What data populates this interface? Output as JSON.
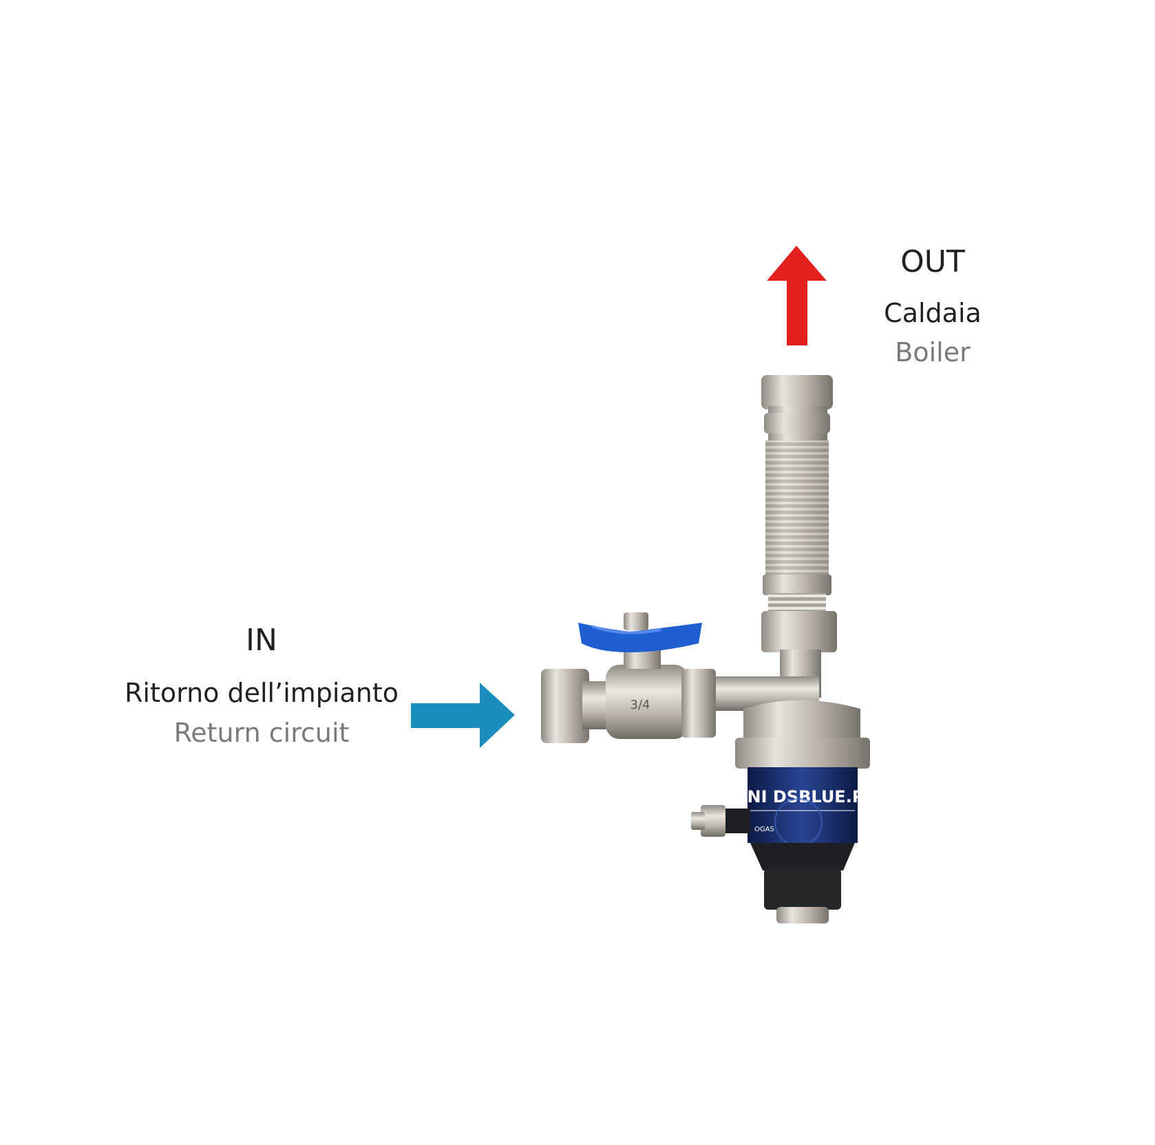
{
  "out_label": {
    "title": "OUT",
    "line1": "Caldaia",
    "line2": "Boiler"
  },
  "in_label": {
    "title": "IN",
    "line1": "Ritorno dell’impianto",
    "line2": "Return circuit"
  },
  "product": {
    "brand_band_text": "INI DSBLUE.P",
    "valve_marking": "3/4",
    "brand_logo": "OGAS"
  },
  "colors": {
    "out_arrow": "#e2201f",
    "in_arrow": "#1a8fbd",
    "valve_handle": "#1f5fcf",
    "filter_band": "#1b2f6e",
    "metal": "#b9b4ad",
    "background": "#ffffff"
  },
  "icons": {
    "out_arrow": "arrow-up-icon",
    "in_arrow": "arrow-right-icon"
  }
}
